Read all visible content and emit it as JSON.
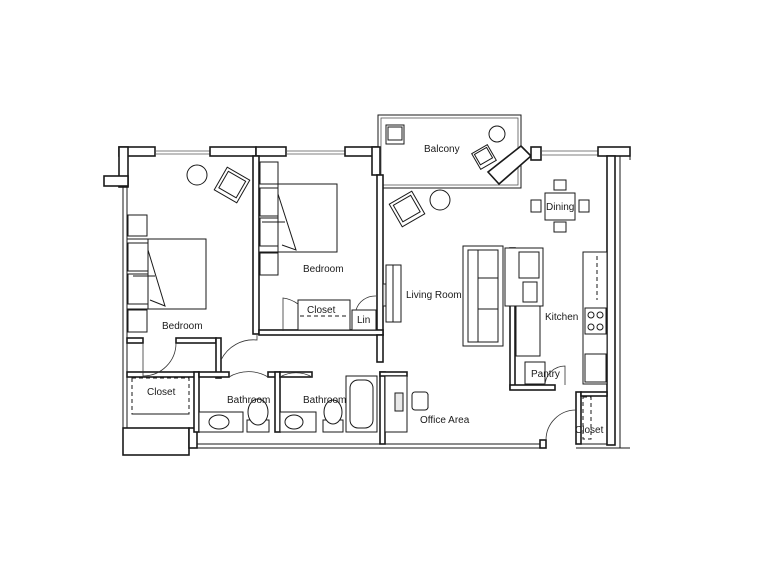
{
  "rooms": {
    "balcony": "Balcony",
    "bedroom_left": "Bedroom",
    "bedroom_center": "Bedroom",
    "closet_left": "Closet",
    "closet_center": "Closet",
    "linen": "Lin",
    "bathroom_left": "Bathroom",
    "bathroom_center": "Bathroom",
    "living_room": "Living Room",
    "office_area": "Office Area",
    "dining": "Dining",
    "kitchen": "Kitchen",
    "pantry": "Pantry",
    "closet_right": "Closet"
  }
}
